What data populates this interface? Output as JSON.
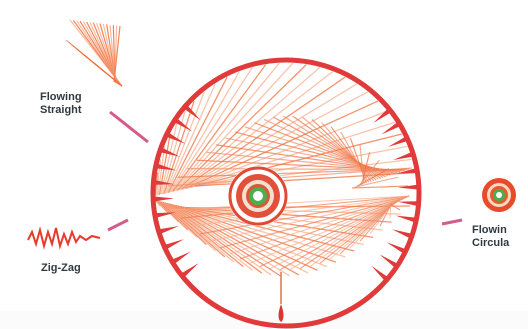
{
  "labels": {
    "flowing_straight_line1": "Flowing",
    "flowing_straight_line2": "Straight",
    "zig_zag": "Zig-Zag",
    "flowing_circular_line1": "Flowin",
    "flowing_circular_line2": "Circula"
  },
  "colors": {
    "ring_red": "#e03a3a",
    "ray_orange": "#f26f3c",
    "ray_light": "#f8b090",
    "pointer_pink": "#d45b8a",
    "iris_green": "#4cae4c",
    "label_text": "#2f3a40"
  },
  "icons": {
    "main": "string-art-eye-icon",
    "small_circle": "flowing-circular-icon",
    "fan": "flowing-straight-icon",
    "zigzag": "zig-zag-icon"
  }
}
